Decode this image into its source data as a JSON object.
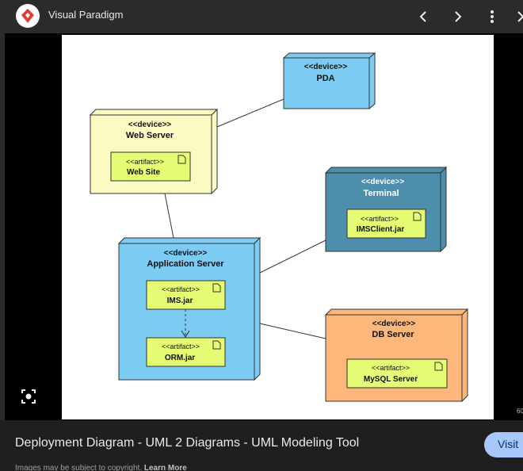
{
  "header": {
    "site_name": "Visual Paradigm",
    "icons": [
      "visual-paradigm-logo",
      "chevron-left-icon",
      "chevron-right-icon",
      "more-vert-icon"
    ]
  },
  "diagram": {
    "nodes": {
      "pda": {
        "stereotype": "<<device>>",
        "name": "PDA",
        "color": "#7ccbf2"
      },
      "web_server": {
        "stereotype": "<<device>>",
        "name": "Web Server",
        "color": "#fbfac2",
        "artifact": {
          "stereotype": "<<artifact>>",
          "name": "Web Site"
        }
      },
      "terminal": {
        "stereotype": "<<device>>",
        "name": "Terminal",
        "color": "#4d8eaa",
        "artifact": {
          "stereotype": "<<artifact>>",
          "name": "IMSClient.jar"
        }
      },
      "app_server": {
        "stereotype": "<<device>>",
        "name": "Application Server",
        "color": "#7ccbf2",
        "artifacts": [
          {
            "stereotype": "<<artifact>>",
            "name": "IMS.jar"
          },
          {
            "stereotype": "<<artifact>>",
            "name": "ORM.jar"
          }
        ]
      },
      "db_server": {
        "stereotype": "<<device>>",
        "name": "DB Server",
        "color": "#fdb77a",
        "artifact": {
          "stereotype": "<<artifact>>",
          "name": "MySQL Server"
        }
      }
    },
    "artifact_color": "#e6fb74"
  },
  "footer": {
    "caption": "Deployment Diagram - UML 2 Diagrams - UML Modeling Tool",
    "visit_label": "Visit",
    "copyright": "Images may be subject to copyright.",
    "learn_more": "Learn More"
  },
  "edge_text": "60"
}
